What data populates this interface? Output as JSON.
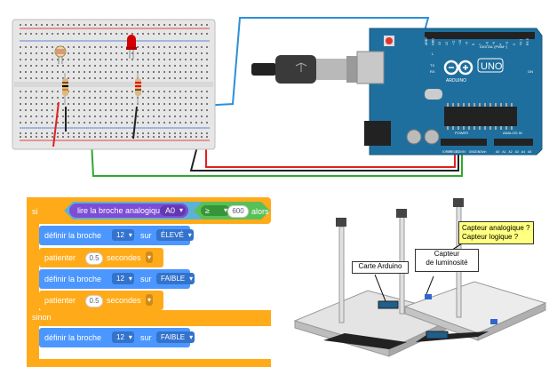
{
  "arduino": {
    "brand": "ARDUINO",
    "model": "UNO",
    "digital_label": "DIGITAL (PWM~)",
    "power_label": "POWER",
    "analog_label": "ANALOG IN",
    "tx": "TX",
    "rx": "RX",
    "l_led": "L",
    "on_label": "ON",
    "digital_pins": [
      "AREF",
      "GND",
      "13",
      "12",
      "~11",
      "~10",
      "~9",
      "8",
      "7",
      "~6",
      "~5",
      "4",
      "~3",
      "2",
      "TX 1",
      "RX 0"
    ],
    "power_pins": [
      "IOREF",
      "RESET",
      "3.3V",
      "5V",
      "GND",
      "GND",
      "Vin"
    ],
    "analog_pins": [
      "A0",
      "A1",
      "A2",
      "A3",
      "A4",
      "A5"
    ]
  },
  "colors": {
    "board": "#1f6f9e",
    "wire_blue": "#2d8fd6",
    "wire_green": "#2fa82f",
    "wire_red": "#e02020",
    "wire_black": "#222222",
    "control": "#ffab19",
    "motion": "#4c97ff",
    "sensing": "#5cb1d6",
    "operator": "#59c059",
    "extension": "#7c4dd6"
  },
  "blocks": {
    "if_label": "si",
    "then_label": "alors",
    "else_label": "sinon",
    "read_label": "lire la broche analogique",
    "read_pin": "A0",
    "operator": "≥",
    "threshold": "600",
    "set1": {
      "label": "définir la broche",
      "pin": "12",
      "on": "sur",
      "state": "ÉLEVÉ"
    },
    "wait1": {
      "label": "patienter",
      "value": "0.5",
      "unit": "secondes"
    },
    "set2": {
      "label": "définir la broche",
      "pin": "12",
      "on": "sur",
      "state": "FAIBLE"
    },
    "wait2": {
      "label": "patienter",
      "value": "0.5",
      "unit": "secondes"
    },
    "set3": {
      "label": "définir la broche",
      "pin": "12",
      "on": "sur",
      "state": "FAIBLE"
    }
  },
  "scene": {
    "callout_arduino": "Carte Arduino",
    "callout_sensor_line1": "Capteur",
    "callout_sensor_line2": "de luminosité",
    "question_line1": "Capteur analogique ?",
    "question_line2": "Capteur logique ?"
  }
}
